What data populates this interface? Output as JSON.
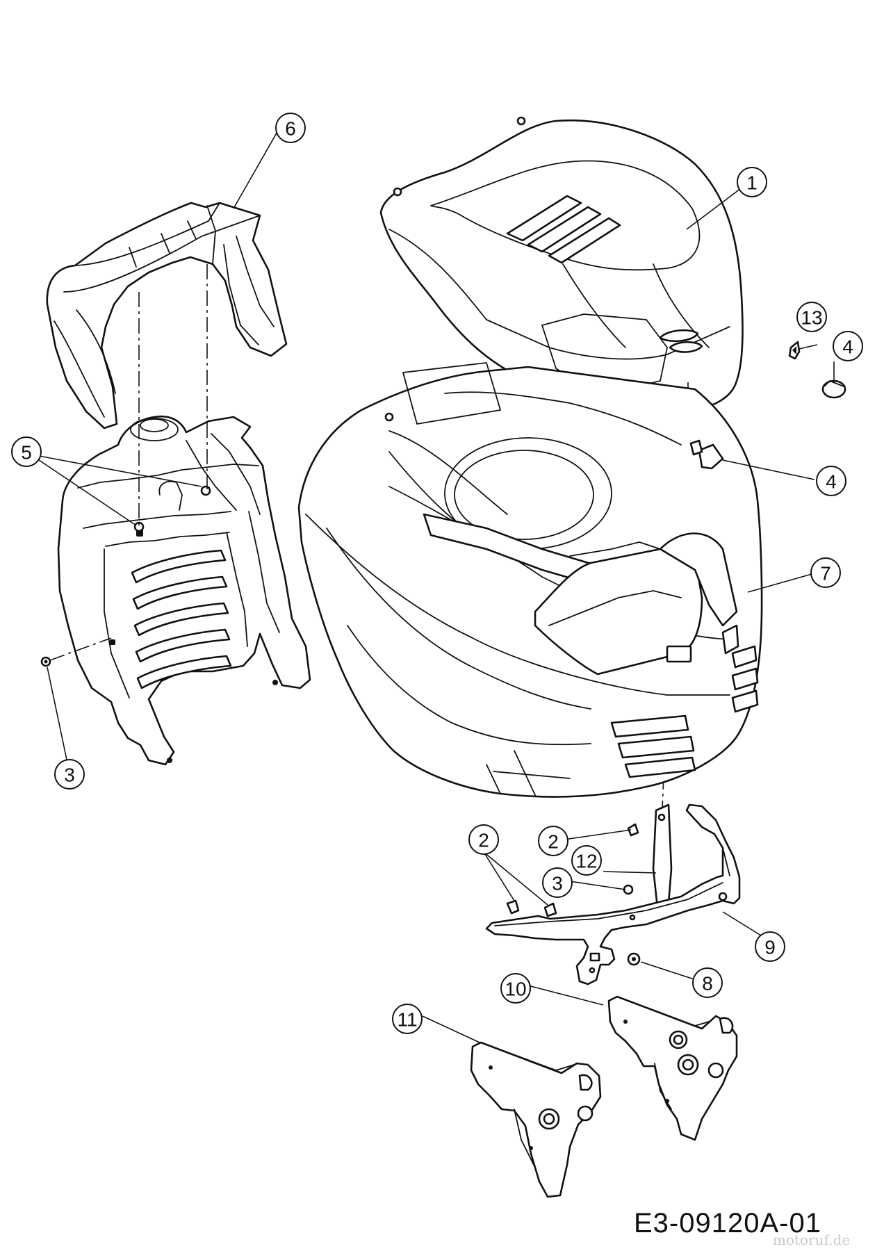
{
  "diagram": {
    "document_code": "E3-09120A-01",
    "watermark": "motoruf.de",
    "callouts": [
      {
        "id": "c1",
        "label": "1"
      },
      {
        "id": "c2a",
        "label": "2"
      },
      {
        "id": "c2b",
        "label": "2"
      },
      {
        "id": "c3a",
        "label": "3"
      },
      {
        "id": "c3b",
        "label": "3"
      },
      {
        "id": "c4a",
        "label": "4"
      },
      {
        "id": "c4b",
        "label": "4"
      },
      {
        "id": "c5",
        "label": "5"
      },
      {
        "id": "c6",
        "label": "6"
      },
      {
        "id": "c7",
        "label": "7"
      },
      {
        "id": "c8",
        "label": "8"
      },
      {
        "id": "c9",
        "label": "9"
      },
      {
        "id": "c10",
        "label": "10"
      },
      {
        "id": "c11",
        "label": "11"
      },
      {
        "id": "c12",
        "label": "12"
      },
      {
        "id": "c13",
        "label": "13"
      }
    ]
  }
}
